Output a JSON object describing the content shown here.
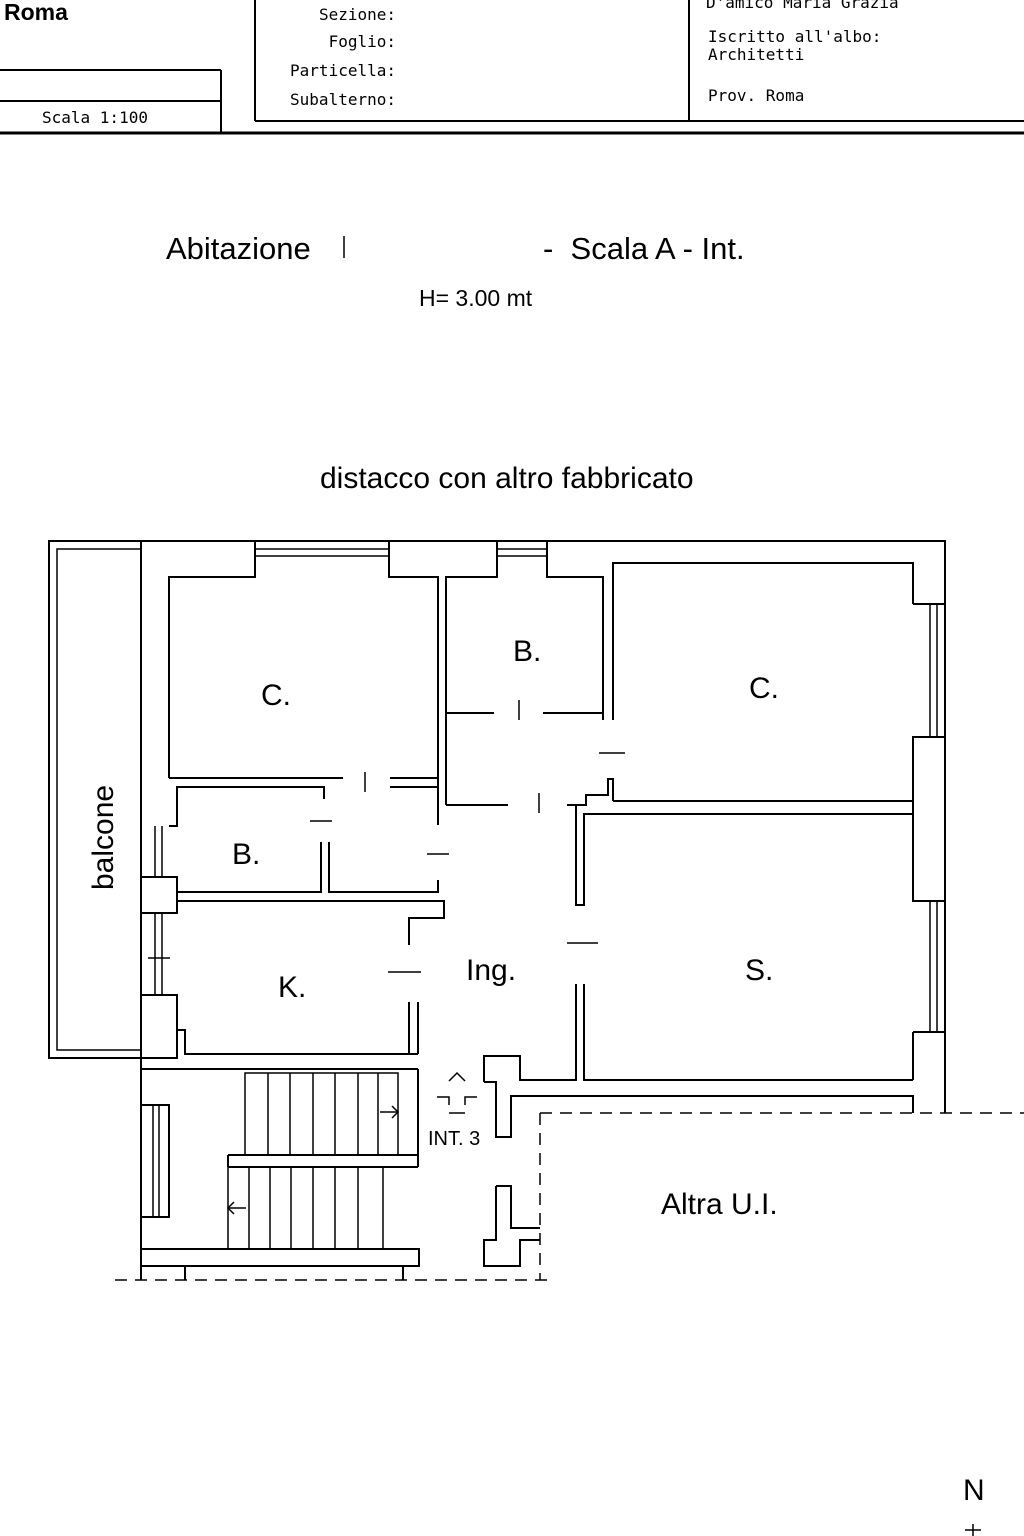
{
  "header": {
    "city": "Roma",
    "scale": "Scala 1:100",
    "cadastre_labels": [
      "Sezione:",
      "Foglio:",
      "Particella:",
      "Subalterno:"
    ],
    "architect_name": "D'amico Maria Grazia",
    "register_line1": "Iscritto all'albo:",
    "register_line2": "Architetti",
    "province": "Prov. Roma"
  },
  "title": {
    "left": "Abitazione",
    "right": "-  Scala A - Int.",
    "height": "H= 3.00 mt"
  },
  "notes": {
    "top": "distacco con altro fabbricato"
  },
  "rooms": {
    "bedroom_left": "C.",
    "bath_top": "B.",
    "bedroom_right": "C.",
    "bath_left": "B.",
    "kitchen": "K.",
    "entrance": "Ing.",
    "living": "S.",
    "balcony": "balcone",
    "stair_door": "INT. 3",
    "other_unit": "Altra U.I."
  },
  "compass": {
    "north": "N"
  }
}
